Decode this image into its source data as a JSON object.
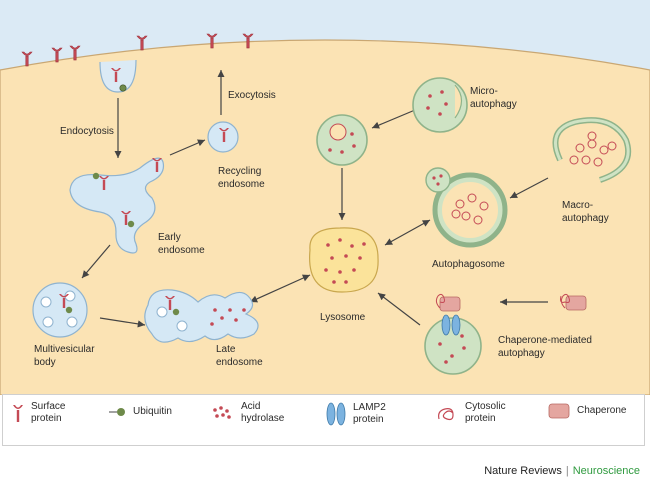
{
  "labels": {
    "endocytosis": "Endocytosis",
    "exocytosis": "Exocytosis",
    "recycling_1": "Recycling",
    "recycling_2": "endosome",
    "early_1": "Early",
    "early_2": "endosome",
    "mvb_1": "Multivesicular",
    "mvb_2": "body",
    "late_1": "Late",
    "late_2": "endosome",
    "lysosome": "Lysosome",
    "micro_1": "Micro-",
    "micro_2": "autophagy",
    "macro_1": "Macro-",
    "macro_2": "autophagy",
    "autophagosome": "Autophagosome",
    "cma_1": "Chaperone-mediated",
    "cma_2": "autophagy"
  },
  "legend": [
    {
      "icon": "surface-protein-icon",
      "text": "Surface\nprotein"
    },
    {
      "icon": "ubiquitin-icon",
      "text": "Ubiquitin"
    },
    {
      "icon": "acid-hydrolase-icon",
      "text": "Acid\nhydrolase"
    },
    {
      "icon": "lamp2-icon",
      "text": "LAMP2\nprotein"
    },
    {
      "icon": "cytosolic-protein-icon",
      "text": "Cytosolic\nprotein"
    },
    {
      "icon": "chaperone-icon",
      "text": "Chaperone"
    }
  ],
  "footer": {
    "publisher": "Nature Reviews",
    "journal": "Neuroscience"
  },
  "colors": {
    "extracellular": "#dbeaf5",
    "cytoplasm": "#fbe3b4",
    "endosome": "#d5e8f5",
    "autophagy_green": "#cfe3c4",
    "lysosome": "#fbe39a",
    "protein_red": "#c44a55",
    "ubiquitin": "#6e8a4a"
  }
}
